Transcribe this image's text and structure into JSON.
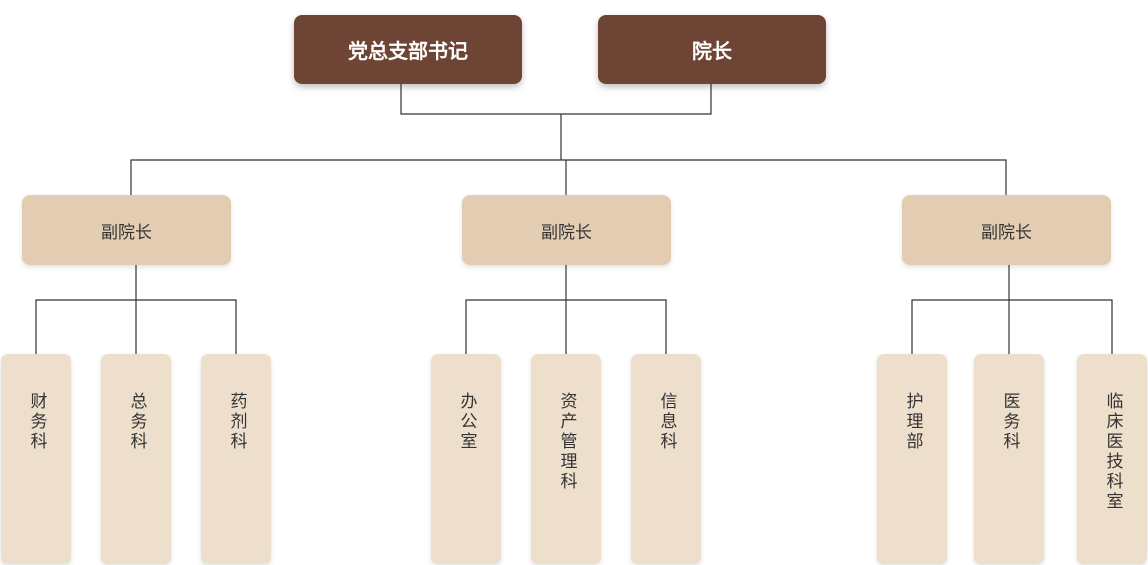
{
  "leaders": {
    "secretary": "党总支部书记",
    "president": "院长"
  },
  "vice_presidents": [
    "副院长",
    "副院长",
    "副院长"
  ],
  "departments": {
    "group1": [
      "财务科",
      "总务科",
      "药剂科"
    ],
    "group2": [
      "办公室",
      "资产管理科",
      "信息科"
    ],
    "group3": [
      "护理部",
      "医务科",
      "临床医技科室"
    ]
  },
  "colors": {
    "leader_box": "#6e4535",
    "vice_box": "#e3cdb2",
    "dept_box": "#eedfcc",
    "connector": "#333333"
  }
}
